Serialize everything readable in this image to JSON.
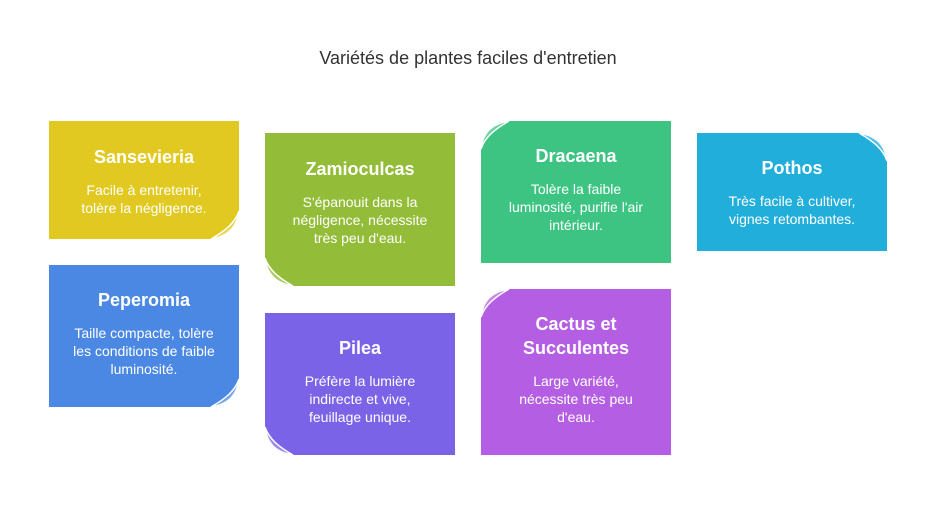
{
  "title": "Variétés de plantes faciles d'entretien",
  "cards": [
    {
      "name": "Sansevieria",
      "desc": "Facile à entretenir, tolère la négligence.",
      "color": "#e1c921"
    },
    {
      "name": "Zamioculcas",
      "desc": "S'épanouit dans la négligence, nécessite très peu d'eau.",
      "color": "#93bc38"
    },
    {
      "name": "Dracaena",
      "desc": "Tolère la faible luminosité, purifie l'air intérieur.",
      "color": "#3dc483"
    },
    {
      "name": "Pothos",
      "desc": "Très facile à cultiver, vignes retombantes.",
      "color": "#21aedb"
    },
    {
      "name": "Peperomia",
      "desc": "Taille compacte, tolère les conditions de faible luminosité.",
      "color": "#4b88e3"
    },
    {
      "name": "Pilea",
      "desc": "Préfère la lumière indirecte et vive, feuillage unique.",
      "color": "#7a63e6"
    },
    {
      "name": "Cactus et Succulentes",
      "desc": "Large variété, nécessite très peu d'eau.",
      "color": "#b45fe3"
    }
  ]
}
